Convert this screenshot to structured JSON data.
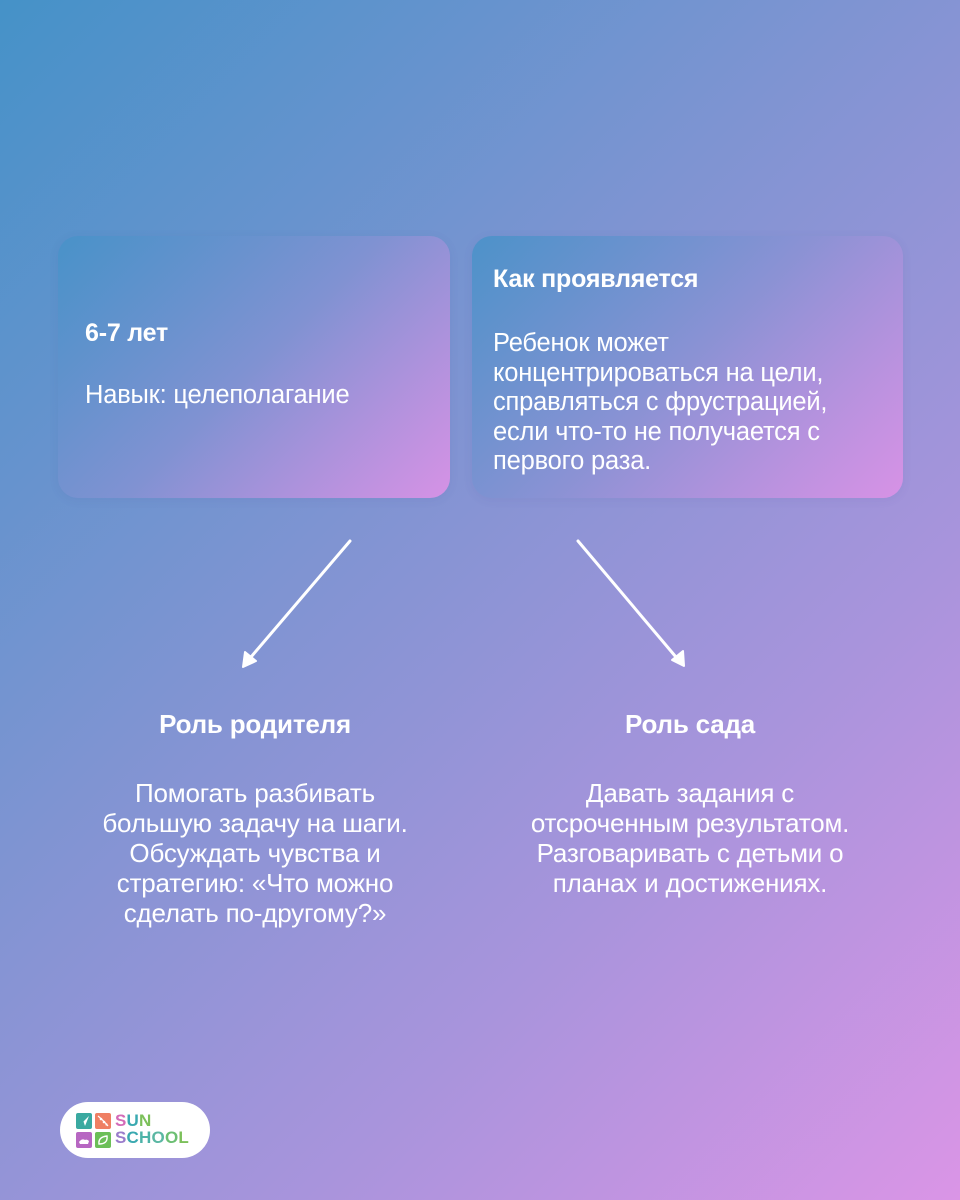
{
  "card_left": {
    "title": "6-7 лет",
    "body": "Навык: целеполагание"
  },
  "card_right": {
    "title": "Как проявляется",
    "body": "Ребенок может концентрироваться на цели, справляться с фрустрацией, если что-то не получается с первого раза."
  },
  "roles": [
    {
      "title": "Роль родителя",
      "body": "Помогать разбивать\nбольшую задачу на шаги.\nОбсуждать чувства и\nстратегию: «Что можно\nсделать по-другому?»"
    },
    {
      "title": "Роль сада",
      "body": "Давать задания с\nотсроченным результатом.\nРазговаривать с детьми о\nпланах и достижениях."
    }
  ],
  "arrows": [
    {
      "icon": "arrow-down-left-icon"
    },
    {
      "icon": "arrow-down-right-icon"
    }
  ],
  "logo": {
    "line1": "SUN",
    "line2": "SCHOOL",
    "tile_colors": [
      "#3aa9a0",
      "#ef7f63",
      "#b767c2",
      "#6cbf58"
    ],
    "letter_colors_line1": [
      "#d46bb8",
      "#3aa9b0",
      "#7cc05a"
    ],
    "letter_colors_line2": [
      "#9a7ccb",
      "#3aa9b0",
      "#4db3a8",
      "#5bb7a3",
      "#6cbf73",
      "#7cc05a"
    ]
  },
  "colors": {
    "background_start": "#4592c8",
    "background_end": "#da95e6",
    "text": "#ffffff"
  }
}
